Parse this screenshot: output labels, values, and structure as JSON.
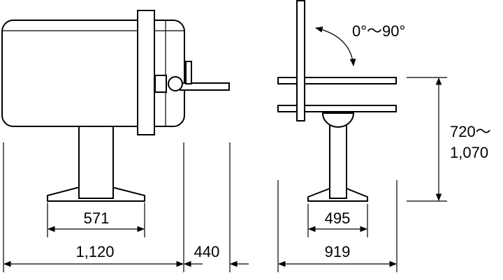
{
  "dimensions": {
    "base_front": "571",
    "total_width": "1,120",
    "handle_extension": "440",
    "base_side": "495",
    "total_depth": "919",
    "height_top": "720～",
    "height_bottom": "1,070"
  },
  "rotation": {
    "label": "0°～90°"
  },
  "colors": {
    "line": "#000000",
    "background": "#ffffff"
  }
}
